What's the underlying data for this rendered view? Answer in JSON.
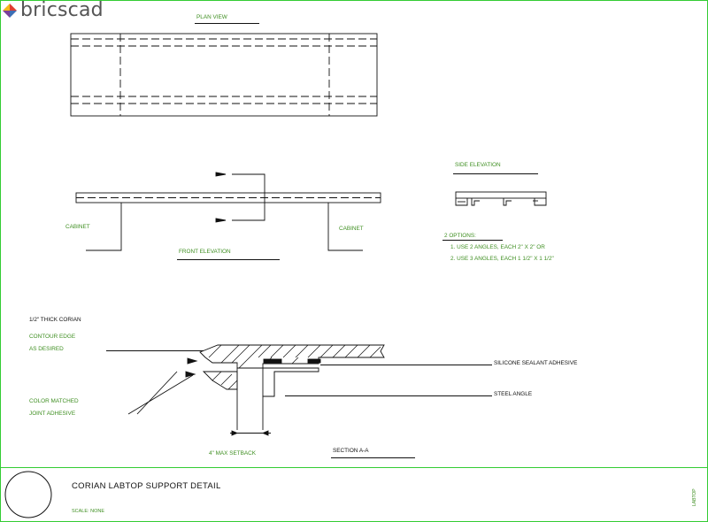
{
  "app": {
    "logo_text": "bricscad"
  },
  "views": {
    "plan": "PLAN VIEW",
    "front": "FRONT ELEVATION",
    "side": "SIDE ELEVATION",
    "section": "SECTION A-A"
  },
  "labels": {
    "cabinet_left": "CABINET",
    "cabinet_right": "CABINET",
    "options_title": "2 OPTIONS:",
    "option_1": "1. USE 2 ANGLES, EACH 2\" X 2\" OR",
    "option_2": "2. USE 3 ANGLES, EACH 1 1/2\" X 1 1/2\"",
    "corian_thick": "1/2\" THICK CORIAN",
    "contour_edge": "CONTOUR EDGE",
    "as_desired": "AS DESIRED",
    "color_matched": "COLOR MATCHED",
    "joint_adhesive": "JOINT ADHESIVE",
    "silicone": "SILICONE SEALANT ADHESIVE",
    "steel_angle": "STEEL ANGLE",
    "setback": "4\" MAX SETBACK"
  },
  "title_block": {
    "title": "CORIAN LABTOP SUPPORT DETAIL",
    "scale": "SCALE: NONE",
    "sheet_id": "LABTOP"
  },
  "colors": {
    "annotation": "#3f8f22",
    "linework": "#111111",
    "border": "#33cc33"
  }
}
